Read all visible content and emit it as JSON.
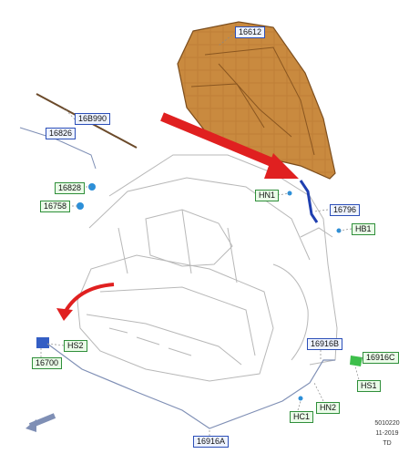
{
  "colors": {
    "blue_callout": "#2c4fb8",
    "green_callout": "#2f8f3a",
    "hood_fill": "#c98a3f",
    "pointer_arrow": "#e02020",
    "vehicle_line": "#b8b8b8"
  },
  "callouts": {
    "hood": "16612",
    "cowl_seal": "16B990",
    "seal_strip": "16826",
    "bumper_stop": "16828",
    "bumper_stop_2": "16758",
    "hood_latch": "16700",
    "release_cable": "16916A",
    "cable_b": "16916B",
    "handle": "16916C",
    "prop_rod": "16796",
    "hn1": "HN1",
    "hb1": "HB1",
    "hs2": "HS2",
    "hs1": "HS1",
    "hn2": "HN2",
    "hc1": "HC1"
  },
  "footer": {
    "drawing_no": "5010220",
    "date": "11-2019",
    "code": "TD"
  }
}
